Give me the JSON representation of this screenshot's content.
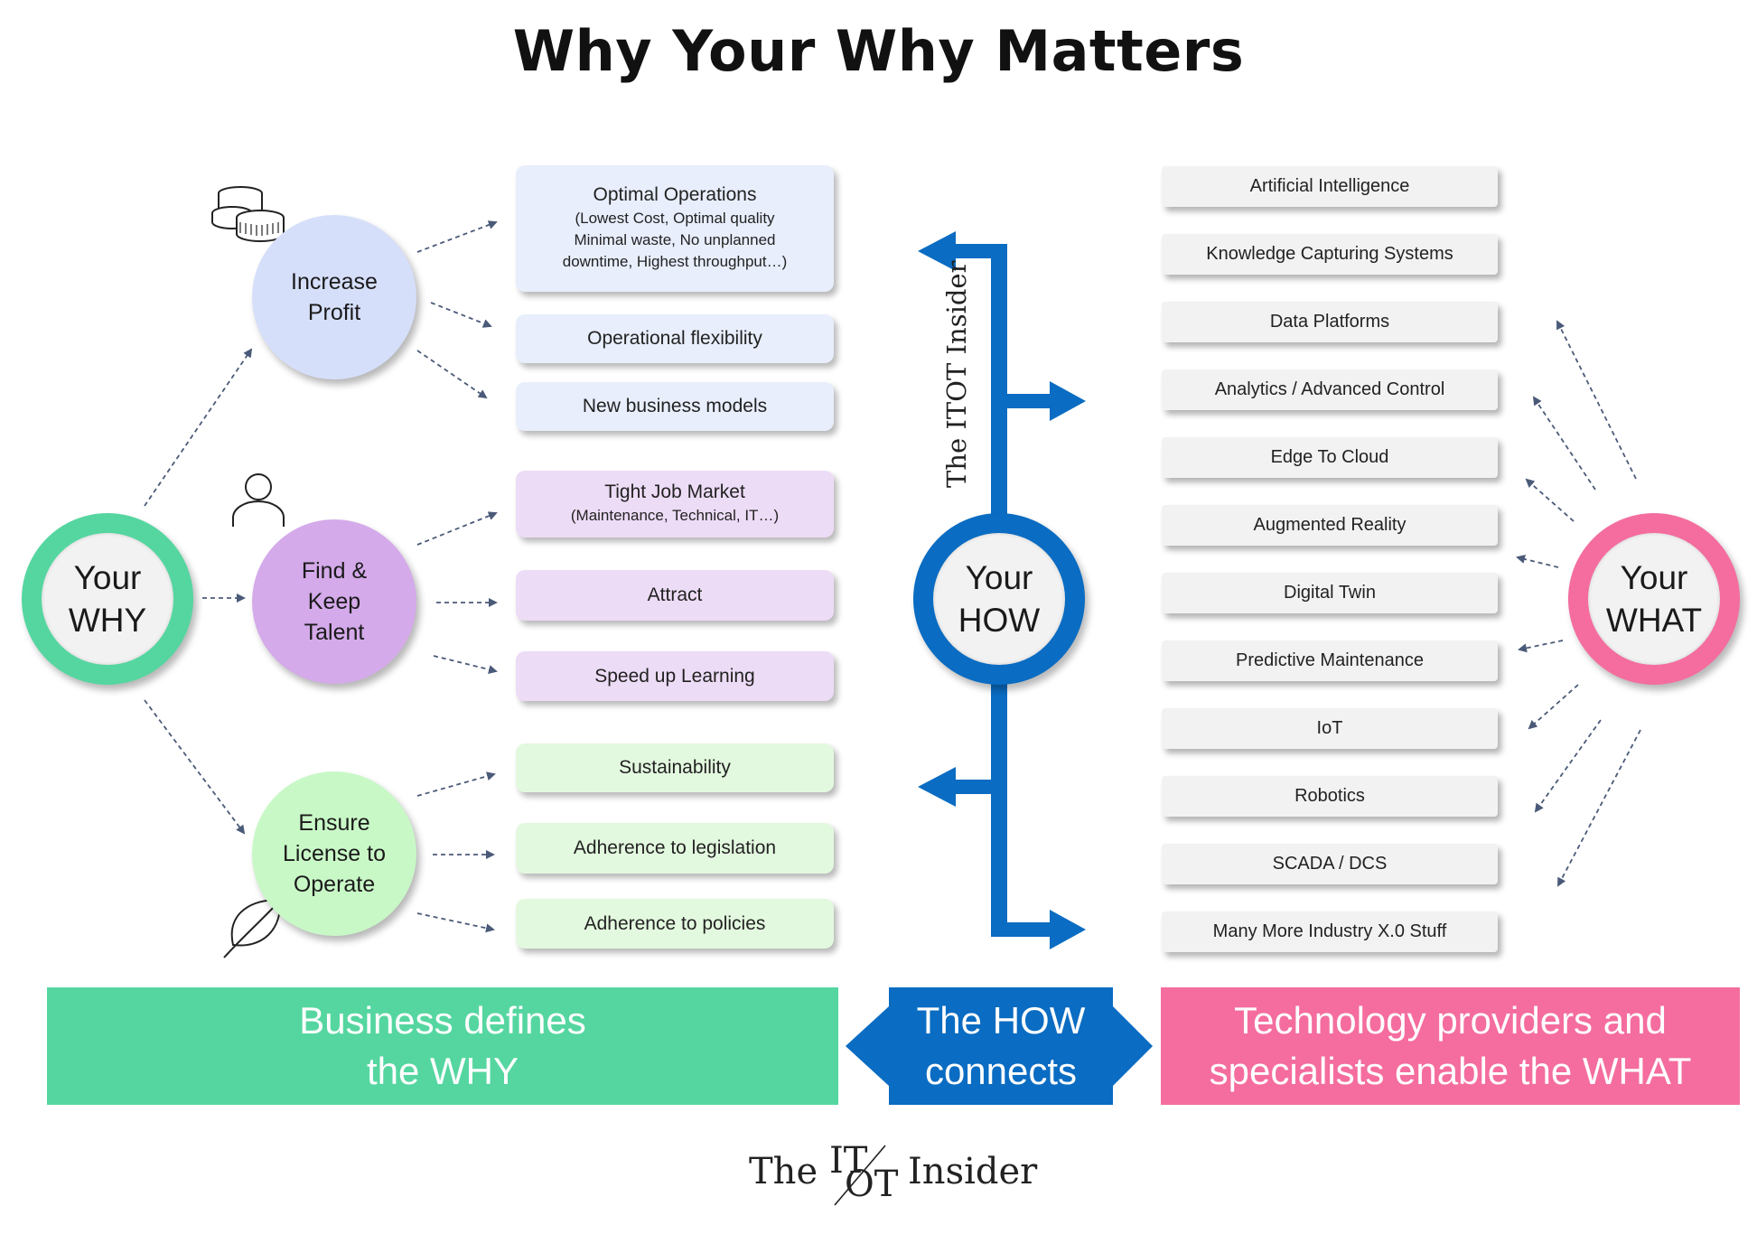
{
  "title": "Why Your Why Matters",
  "why": {
    "center": "Your\nWHY",
    "goals": [
      {
        "id": "profit",
        "label": "Increase\nProfit",
        "icon": "coins-icon",
        "items": [
          {
            "title": "Optimal Operations",
            "detail": "(Lowest Cost, Optimal quality\nMinimal waste, No unplanned\ndowntime, Highest throughput…)"
          },
          {
            "title": "Operational flexibility"
          },
          {
            "title": "New business models"
          }
        ]
      },
      {
        "id": "talent",
        "label": "Find &\nKeep\nTalent",
        "icon": "person-icon",
        "items": [
          {
            "title": "Tight Job Market",
            "detail": "(Maintenance, Technical, IT…)"
          },
          {
            "title": "Attract"
          },
          {
            "title": "Speed up Learning"
          }
        ]
      },
      {
        "id": "license",
        "label": "Ensure\nLicense to\nOperate",
        "icon": "leaf-icon",
        "items": [
          {
            "title": "Sustainability"
          },
          {
            "title": "Adherence to legislation"
          },
          {
            "title": "Adherence to policies"
          }
        ]
      }
    ]
  },
  "how": {
    "center": "Your\nHOW",
    "brand": {
      "the": "The",
      "it": "IT",
      "ot": "OT",
      "insider": "Insider"
    }
  },
  "what": {
    "center": "Your\nWHAT",
    "technologies": [
      "Artificial Intelligence",
      "Knowledge Capturing Systems",
      "Data Platforms",
      "Analytics / Advanced Control",
      "Edge To Cloud",
      "Augmented Reality",
      "Digital Twin",
      "Predictive Maintenance",
      "IoT",
      "Robotics",
      "SCADA / DCS",
      "Many More Industry X.0 Stuff"
    ]
  },
  "banners": {
    "why": "Business defines\nthe WHY",
    "how": "The HOW\nconnects",
    "what": "Technology providers and\nspecialists enable the WHAT"
  },
  "footer": {
    "the": "The",
    "it": "IT",
    "ot": "OT",
    "insider": "Insider"
  },
  "colors": {
    "why": "#55d6a0",
    "how": "#0a6cc2",
    "what": "#f46d9e",
    "profit": "#d6dffa",
    "talent": "#d4aaea",
    "license": "#c9f8c7",
    "arrow": "#4a5a78"
  }
}
